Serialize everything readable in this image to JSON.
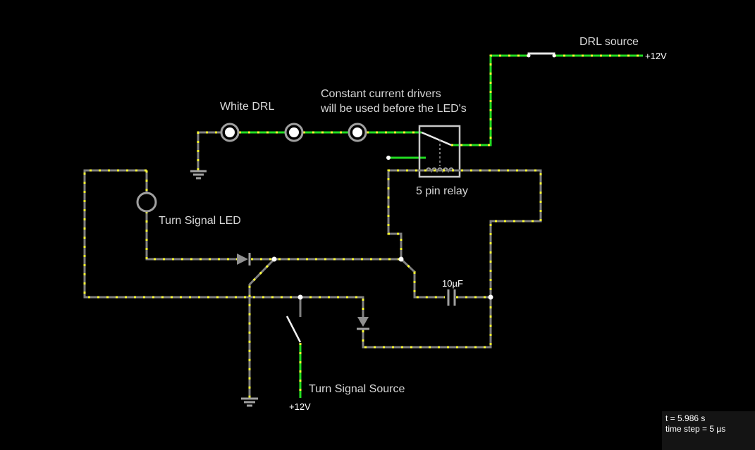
{
  "labels": {
    "drl_source": "DRL source",
    "plus12_top": "+12V",
    "white_drl": "White DRL",
    "drivers_line1": "Constant current drivers",
    "drivers_line2": "will be used before the LED's",
    "relay": "5 pin relay",
    "turn_led": "Turn Signal LED",
    "cap": "10µF",
    "turn_source": "Turn Signal Source",
    "plus12_bottom": "+12V"
  },
  "status": {
    "time": "t = 5.986 s",
    "step": "time step = 5 µs"
  },
  "colors": {
    "background": "#000000",
    "wire_idle": "#808080",
    "wire_live": "#22dd22",
    "current_dots": "#ffff33"
  }
}
